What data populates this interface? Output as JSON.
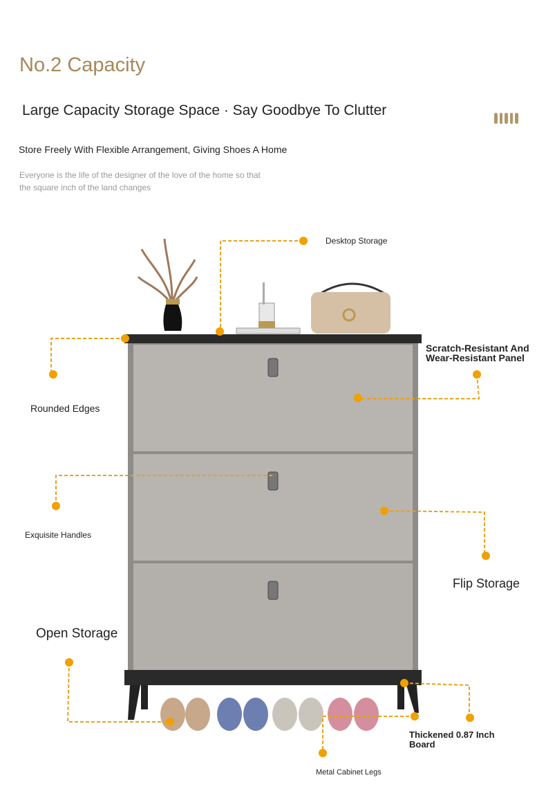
{
  "header": {
    "title": "No.2 Capacity",
    "subtitle": "Large Capacity Storage Space · Say Goodbye To Clutter",
    "tagline": "Store Freely With Flexible Arrangement, Giving Shoes A Home",
    "description": "Everyone is the life of the designer of the love of the home so that the square inch of the land changes"
  },
  "accent_color": "#a8875a",
  "callout_color": "#f0a000",
  "callouts": {
    "desktop": "Desktop Storage",
    "scratch": "Scratch-Resistant And Wear-Resistant Panel",
    "rounded": "Rounded Edges",
    "handles": "Exquisite Handles",
    "flip": "Flip Storage",
    "open": "Open Storage",
    "board": "Thickened 0.87 Inch Board",
    "legs": "Metal Cabinet Legs"
  }
}
